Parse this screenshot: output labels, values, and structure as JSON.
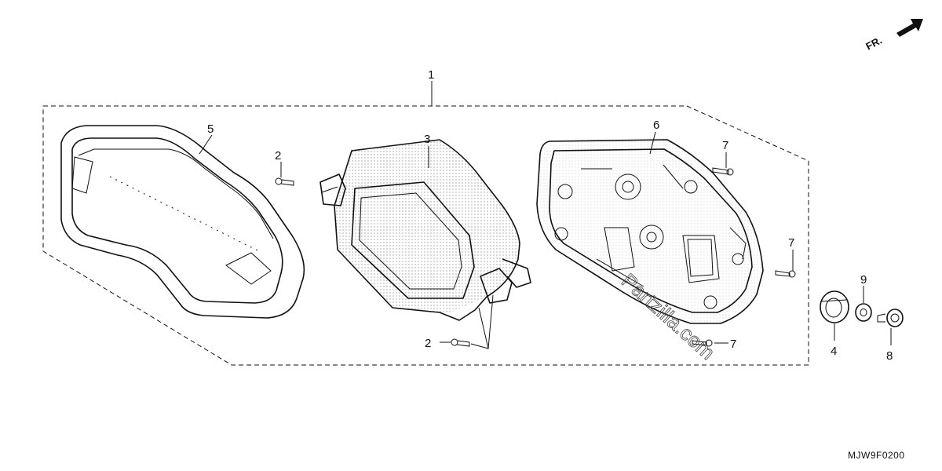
{
  "diagram": {
    "part_code": "MJW9F0200",
    "front_marker": "FR.",
    "watermark": "Partzilla.com",
    "callouts": {
      "c1": "1",
      "c2a": "2",
      "c2b": "2",
      "c3": "3",
      "c4": "4",
      "c5": "5",
      "c6": "6",
      "c7a": "7",
      "c7b": "7",
      "c7c": "7",
      "c8": "8",
      "c9": "9"
    }
  }
}
